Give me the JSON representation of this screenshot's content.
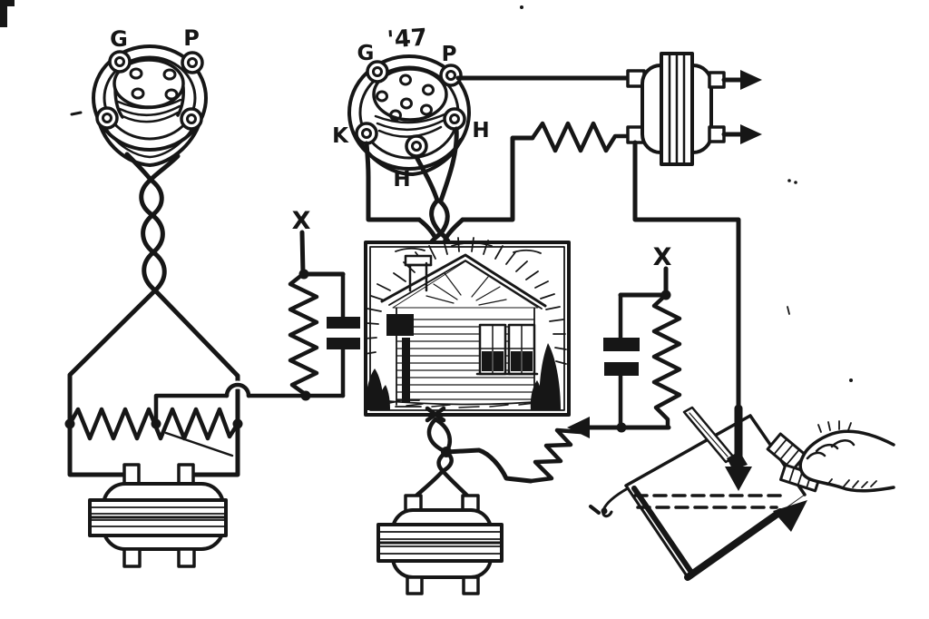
{
  "figure": {
    "kind": "vintage radio pictorial wiring diagram (scanned book illustration)",
    "ink_color": "#161616",
    "paper_color": "#ffffff"
  },
  "labels": {
    "detector_socket": {
      "grid": "G",
      "plate": "P"
    },
    "output_socket": {
      "tube_type": "'47",
      "grid": "G",
      "plate": "P",
      "cathode": "K",
      "heater_right": "H",
      "heater_bottom": "H"
    },
    "left_terminal": "X",
    "right_terminal": "X"
  },
  "parts": [
    "four-pin tube socket (G, P)",
    "five-pin '47 output tube socket (G, P, K, H, H)",
    "twisted-pair leads",
    "tapped resistor with wiper",
    "grid resistor-capacitor pair (X) left",
    "bias resistor-capacitor pair (X) right",
    "audio transformer left",
    "audio transformer middle",
    "output transformer with two arrowed leads",
    "house illustration",
    "rheostat with arrow wiper",
    "down-arrow lead into tilted record blank with dashed lines",
    "hand holding tool at record corner"
  ]
}
